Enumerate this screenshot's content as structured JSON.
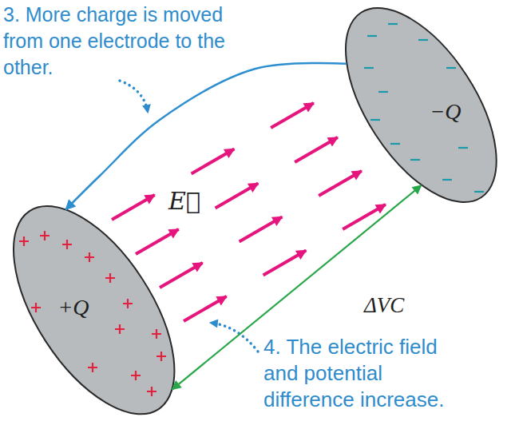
{
  "diagram": {
    "nodes": [
      {
        "text": [
          "+Q"
        ]
      },
      {
        "text": [
          "−Q"
        ]
      }
    ],
    "edges": [
      {
        "from": 1,
        "to": 0,
        "arrow": "to"
      },
      {
        "from": 0,
        "to": 1,
        "arrow": "both",
        "label": "ΔVC"
      }
    ],
    "labels": [
      "3. More charge is moved from one electrode to the other.",
      "E⃗",
      "4. The electric field and potential difference increase."
    ]
  }
}
